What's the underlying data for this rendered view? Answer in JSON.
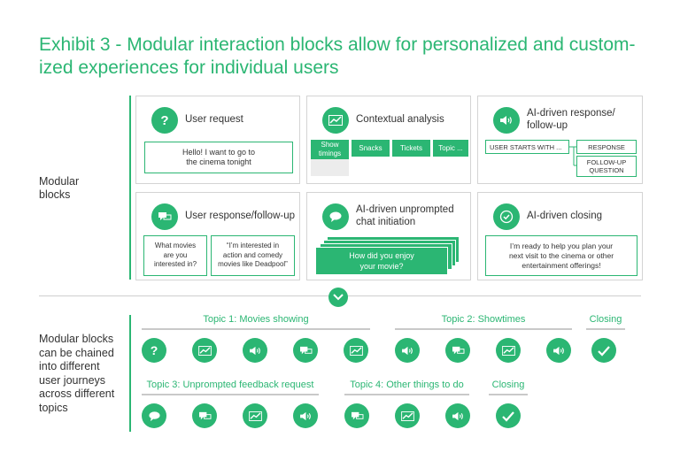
{
  "title": "Exhibit 3 - Modular interaction blocks allow for personalized and custom-ized experiences for individual users",
  "title_line1": "Exhibit 3 - Modular interaction blocks allow for personalized and custom-",
  "title_line2": "ized experiences for individual users",
  "section1_label_line1": "Modular",
  "section1_label_line2": "blocks",
  "section2_label": [
    "Modular blocks",
    "can be chained",
    "into different",
    "user journeys",
    "across different",
    "topics"
  ],
  "cards": {
    "user_request": {
      "title": "User request",
      "icon": "question-icon",
      "bubble_line1": "Hello! I want to go to",
      "bubble_line2": "the cinema tonight"
    },
    "contextual_analysis": {
      "title": "Contextual analysis",
      "icon": "chart-icon",
      "tags": [
        "Show timings",
        "Snacks",
        "Tickets",
        "Topic ..."
      ]
    },
    "ai_response": {
      "title_line1": "AI-driven response/",
      "title_line2": "follow-up",
      "icon": "speaker-icon",
      "start_box": "USER STARTS WITH ...",
      "response_box": "RESPONSE",
      "followup_box_line1": "FOLLOW-UP",
      "followup_box_line2": "QUESTION"
    },
    "user_response": {
      "title": "User response/follow-up",
      "icon": "chat-icon",
      "left_lines": [
        "What movies",
        "are you",
        "interested in?"
      ],
      "right_lines": [
        "“I’m interested in",
        "action and comedy",
        "movies like Deadpool”"
      ]
    },
    "unprompted": {
      "title_line1": "AI-driven unprompted",
      "title_line2": "chat initiation",
      "icon": "bubble-icon",
      "front_line1": "How did you enjoy",
      "front_line2": "your movie?"
    },
    "closing": {
      "title": "AI-driven closing",
      "icon": "check-icon",
      "lines": [
        "I’m ready to help you plan your",
        "next visit to the cinema or other",
        "entertainment offerings!"
      ]
    }
  },
  "journeys": {
    "row1": {
      "topics": [
        "Topic 1: Movies showing",
        "Topic 2: Showtimes",
        "Closing"
      ],
      "icons": [
        "question-icon",
        "chart-icon",
        "speaker-icon",
        "chat-icon",
        "chart-icon",
        "speaker-icon",
        "chat-icon",
        "chart-icon",
        "speaker-icon",
        "check-icon"
      ]
    },
    "row2": {
      "topics": [
        "Topic 3: Unprompted feedback request",
        "Topic 4: Other things to do",
        "Closing"
      ],
      "icons": [
        "bubble-icon",
        "chat-icon",
        "chart-icon",
        "speaker-icon",
        "chat-icon",
        "chart-icon",
        "speaker-icon",
        "check-icon"
      ]
    }
  },
  "colors": {
    "accent": "#2bb673",
    "border": "#d4d4d4",
    "grey_block": "#ececec"
  }
}
